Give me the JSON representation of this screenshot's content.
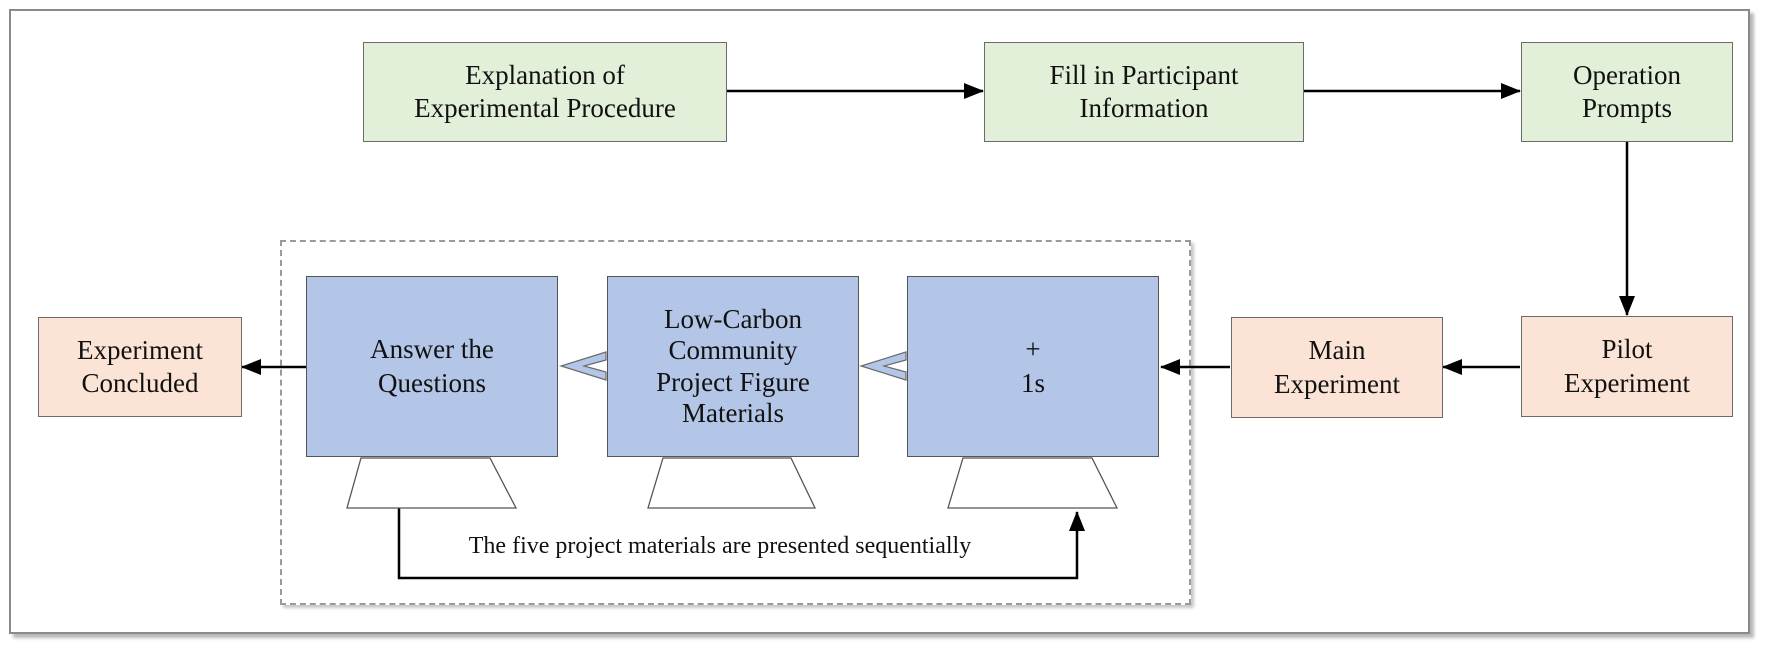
{
  "diagram": {
    "nodes": {
      "explanation": {
        "label": "Explanation of\nExperimental Procedure"
      },
      "participant_info": {
        "label": "Fill in Participant\nInformation"
      },
      "operation_prompts": {
        "label": "Operation\nPrompts"
      },
      "pilot_experiment": {
        "label": "Pilot\nExperiment"
      },
      "main_experiment": {
        "label": "Main\nExperiment"
      },
      "fixation": {
        "label": "+\n1s"
      },
      "materials": {
        "label": "Low-Carbon\nCommunity\nProject Figure\nMaterials"
      },
      "answer": {
        "label": "Answer the\nQuestions"
      },
      "concluded": {
        "label": "Experiment\nConcluded"
      }
    },
    "loop_caption": "The five project materials are presented sequentially",
    "edges": [
      {
        "from": "explanation",
        "to": "participant_info"
      },
      {
        "from": "participant_info",
        "to": "operation_prompts"
      },
      {
        "from": "operation_prompts",
        "to": "pilot_experiment"
      },
      {
        "from": "pilot_experiment",
        "to": "main_experiment"
      },
      {
        "from": "main_experiment",
        "to": "fixation"
      },
      {
        "from": "fixation",
        "to": "materials"
      },
      {
        "from": "materials",
        "to": "answer"
      },
      {
        "from": "answer",
        "to": "concluded"
      },
      {
        "from": "answer",
        "to": "fixation"
      }
    ],
    "colors": {
      "stage_box": "#e2efd9",
      "endpoint_box": "#fbe4d5",
      "screen_box": "#b4c6e7",
      "chevron": "#b4c6e7"
    }
  }
}
